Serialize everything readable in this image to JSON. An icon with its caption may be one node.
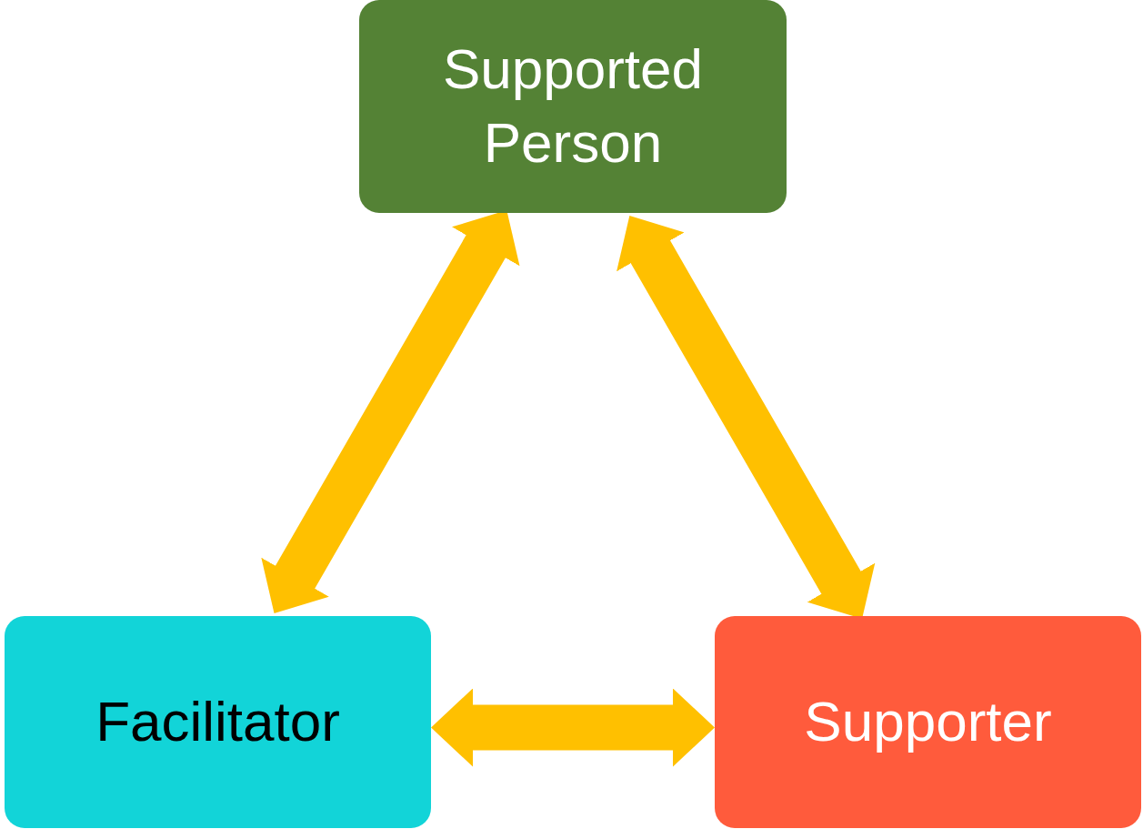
{
  "diagram": {
    "nodes": [
      {
        "text": [
          "Supported Person"
        ]
      },
      {
        "text": [
          "Facilitator"
        ]
      },
      {
        "text": [
          "Supporter"
        ]
      }
    ],
    "edges": [
      {
        "from": 0,
        "to": 1,
        "arrow": "both"
      },
      {
        "from": 0,
        "to": 2,
        "arrow": "both"
      },
      {
        "from": 1,
        "to": 2,
        "arrow": "both"
      }
    ]
  }
}
